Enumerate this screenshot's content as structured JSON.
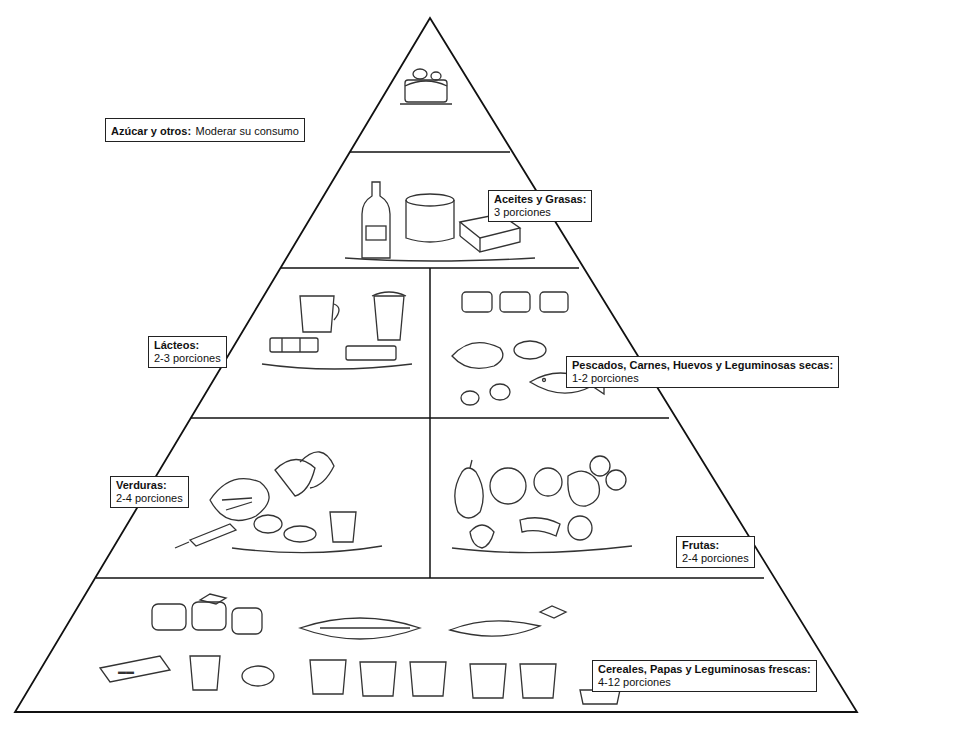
{
  "diagram": {
    "nodes": [
      {
        "text": [
          "Azúcar y otros:",
          "Moderar su consumo"
        ]
      },
      {
        "text": [
          "Aceites y Grasas:",
          "3 porciones"
        ]
      },
      {
        "text": [
          "Lácteos:",
          "2-3 porciones"
        ]
      },
      {
        "text": [
          "Pescados, Carnes, Huevos y Leguminosas secas:",
          "1-2 porciones"
        ]
      },
      {
        "text": [
          "Verduras:",
          "2-4 porciones"
        ]
      },
      {
        "text": [
          "Frutas:",
          "2-4 porciones"
        ]
      },
      {
        "text": [
          "Cereales, Papas y Leguminosas frescas:",
          "4-12 porciones"
        ]
      }
    ]
  }
}
